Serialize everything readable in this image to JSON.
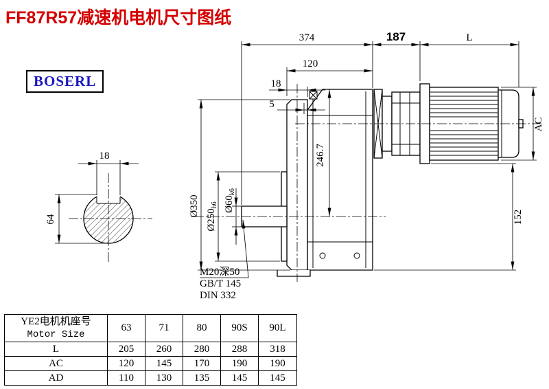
{
  "page": {
    "title": "FF87R57减速机电机尺寸图纸",
    "brand": "BOSERL"
  },
  "dims": {
    "top1": "374",
    "top2": "187",
    "top3": "L",
    "len120": "120",
    "len18": "18",
    "len5": "5",
    "ac": "AC",
    "h152": "152",
    "h246": "246.7",
    "dia350": "Ø350",
    "dia250": "Ø250",
    "dia250_tol": "h6",
    "dia60": "Ø60",
    "dia60_tol": "k6",
    "key18": "18",
    "key64": "64",
    "note_m20": "M20深50",
    "note_gbt": "GB/T 145",
    "note_din": "DIN 332"
  },
  "table": {
    "header_cn": "YE2电机机座号",
    "header_en": "Motor Size",
    "columns": [
      "63",
      "71",
      "80",
      "90S",
      "90L"
    ],
    "rows": [
      {
        "label": "L",
        "values": [
          "205",
          "260",
          "280",
          "288",
          "318"
        ]
      },
      {
        "label": "AC",
        "values": [
          "120",
          "145",
          "170",
          "190",
          "190"
        ]
      },
      {
        "label": "AD",
        "values": [
          "110",
          "130",
          "135",
          "145",
          "145"
        ]
      }
    ]
  }
}
